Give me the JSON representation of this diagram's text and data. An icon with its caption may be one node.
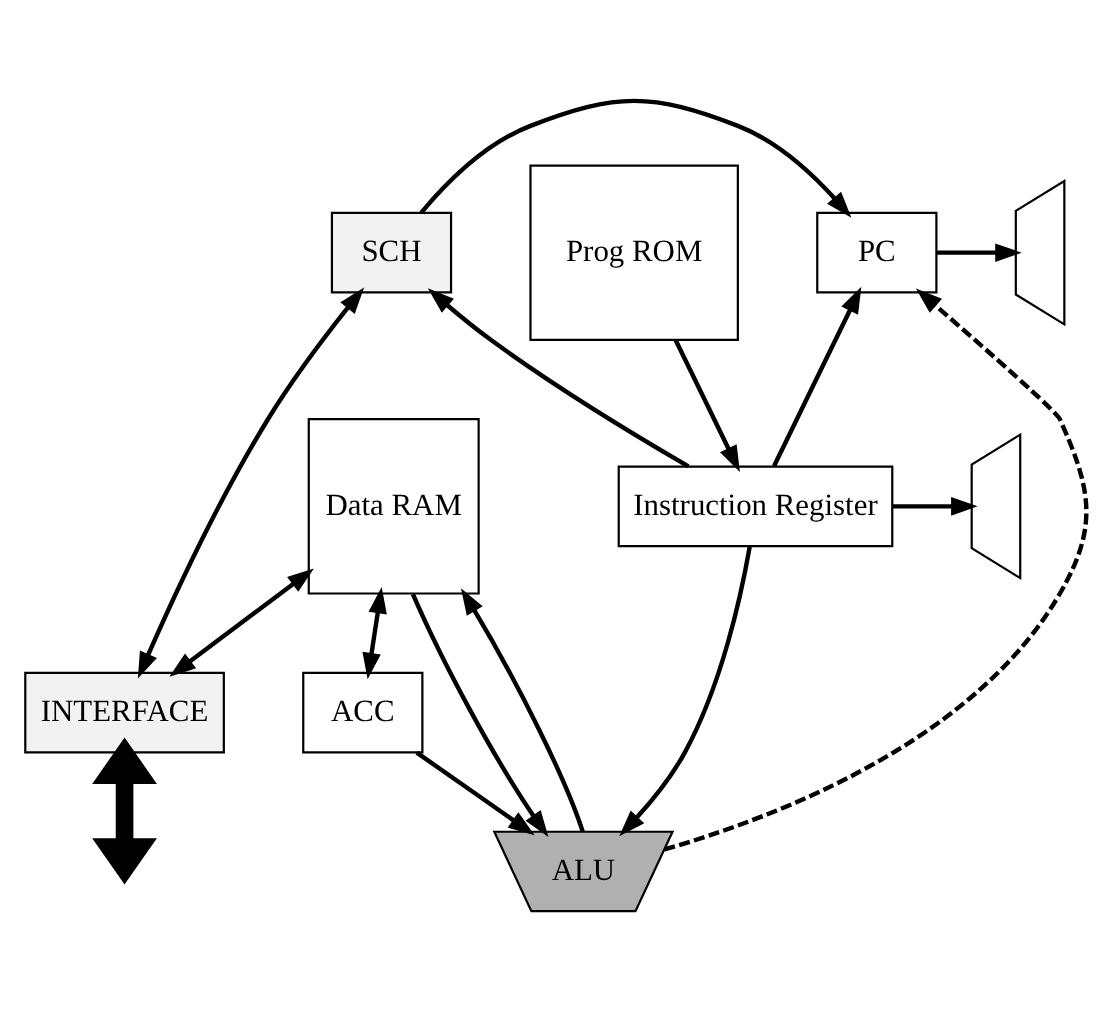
{
  "diagram": {
    "nodes": [
      {
        "text": [
          "SCH"
        ]
      },
      {
        "text": [
          "PC"
        ]
      },
      {
        "text": [],
        "shape": "trapezoid"
      },
      {
        "text": [
          "Prog ROM"
        ]
      },
      {
        "text": [
          "Instruction Register"
        ]
      },
      {
        "text": [
          "Data RAM"
        ]
      },
      {
        "text": [],
        "shape": "trapezoid"
      },
      {
        "text": [
          "ACC"
        ]
      },
      {
        "text": [
          "ALU"
        ]
      },
      {
        "text": [
          "INTERFACE"
        ]
      }
    ],
    "edges": [
      {
        "from": 0,
        "to": 1,
        "arrow": "to"
      },
      {
        "from": 1,
        "to": 2,
        "arrow": "to"
      },
      {
        "from": 3,
        "to": 4,
        "arrow": "to"
      },
      {
        "from": 4,
        "to": 0,
        "arrow": "to"
      },
      {
        "from": 4,
        "to": 1,
        "arrow": "to"
      },
      {
        "from": 4,
        "to": 6,
        "arrow": "to"
      },
      {
        "from": 4,
        "to": 8,
        "arrow": "to"
      },
      {
        "from": 8,
        "to": 1,
        "arrow": "to",
        "style": "dashed"
      },
      {
        "from": 5,
        "to": 7,
        "arrow": "both"
      },
      {
        "from": 5,
        "to": 8,
        "arrow": "to"
      },
      {
        "from": 7,
        "to": 8,
        "arrow": "to"
      },
      {
        "from": 8,
        "to": 5,
        "arrow": "to"
      },
      {
        "from": 0,
        "to": 9,
        "arrow": "both"
      },
      {
        "from": 5,
        "to": 9,
        "arrow": "both"
      },
      {
        "from": 9,
        "to": null,
        "arrow": "both",
        "style": "thick"
      }
    ]
  }
}
